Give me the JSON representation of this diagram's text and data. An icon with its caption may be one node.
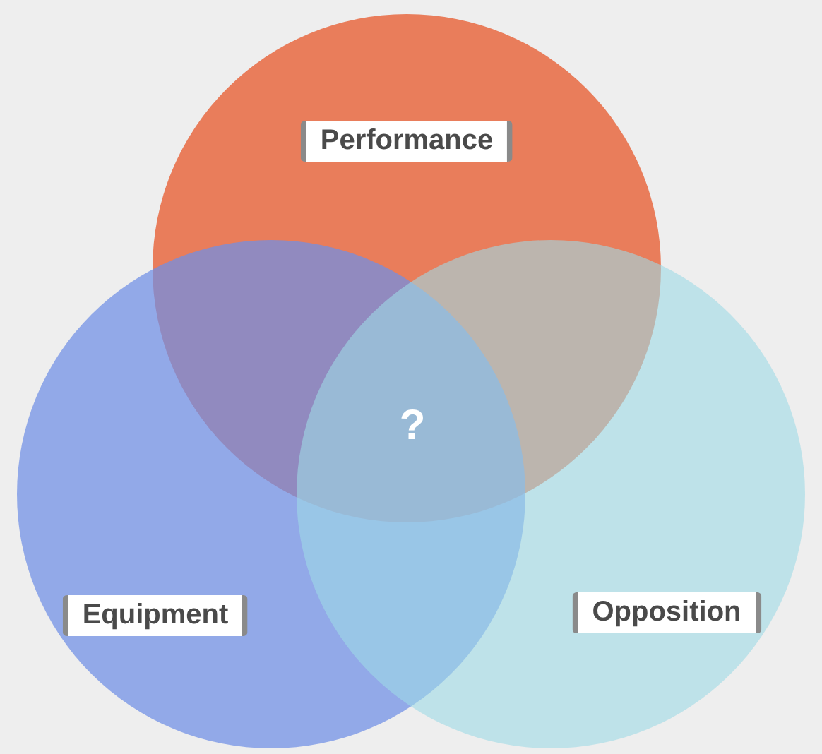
{
  "diagram": {
    "nodes": [
      {
        "text": [
          "Performance"
        ]
      },
      {
        "text": [
          "Equipment"
        ]
      },
      {
        "text": [
          "Opposition"
        ]
      }
    ],
    "labels": [
      "?"
    ]
  }
}
